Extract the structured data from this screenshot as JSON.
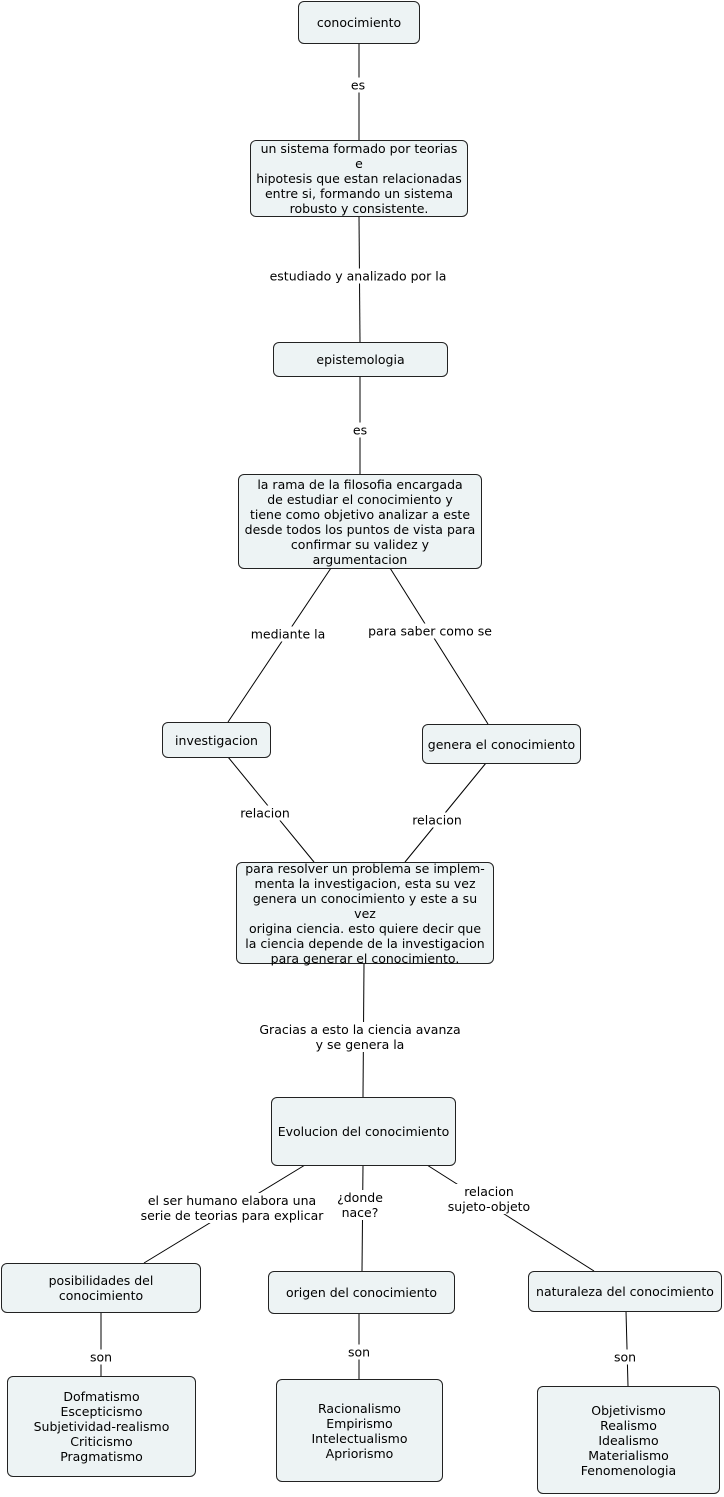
{
  "nodes": {
    "conocimiento": "conocimiento",
    "sistema": "un sistema formado por teorias e\nhipotesis que estan relacionadas\nentre si, formando un sistema\nrobusto y consistente.",
    "epistemologia": "epistemologia",
    "rama": "la rama de la filosofia encargada\nde estudiar el conocimiento y\ntiene como objetivo analizar a este\ndesde todos los puntos de vista para\nconfirmar su validez y argumentacion",
    "investigacion": "investigacion",
    "genera": "genera el conocimiento",
    "resolver": "para resolver un problema se implem-\nmenta la investigacion, esta su vez\ngenera un conocimiento y este a su vez\norigina ciencia. esto quiere decir que\nla ciencia depende de la investigacion\npara generar el conocimiento.",
    "evolucion": "Evolucion del conocimiento",
    "posibilidades": "posibilidades del conocimiento",
    "origen": "origen del conocimiento",
    "naturaleza": "naturaleza del conocimiento",
    "lista_posibilidades": "Dofmatismo\nEscepticismo\nSubjetividad-realismo\nCriticismo\nPragmatismo",
    "lista_origen": "Racionalismo\nEmpirismo\nIntelectualismo\nApriorismo",
    "lista_naturaleza": "Objetivismo\nRealismo\nIdealismo\nMaterialismo\nFenomenologia"
  },
  "links": {
    "es_1": "es",
    "estudiado": "estudiado y analizado por la",
    "es_2": "es",
    "mediante": "mediante la",
    "para_saber": "para saber como se",
    "relacion_1": "relacion",
    "relacion_2": "relacion",
    "gracias": "Gracias a esto la ciencia avanza\ny se genera la",
    "ser_humano": "el ser humano elabora una\nserie de teorias para explicar",
    "donde": "¿donde\nnace?",
    "sujeto": "relacion\nsujeto-objeto",
    "son_1": "son",
    "son_2": "son",
    "son_3": "son"
  },
  "colors": {
    "node_fill": "#edf3f4",
    "border": "#222222"
  }
}
